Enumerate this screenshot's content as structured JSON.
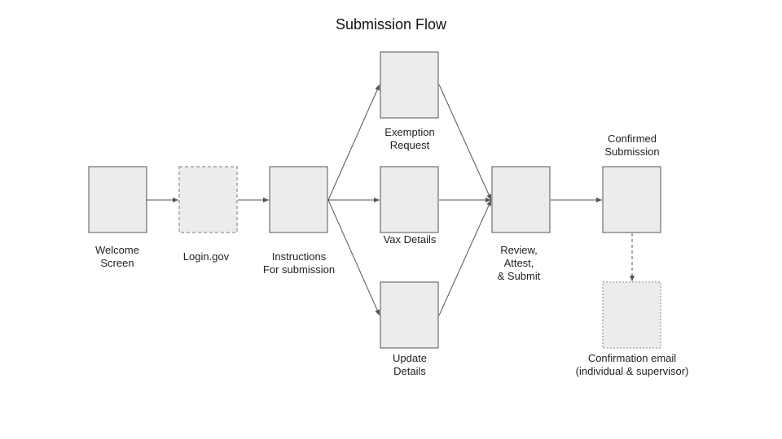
{
  "title": "Submission Flow",
  "nodes": {
    "welcome": {
      "lines": [
        "Welcome",
        "Screen"
      ]
    },
    "login": {
      "lines": [
        "Login.gov"
      ]
    },
    "instructions": {
      "lines": [
        "Instructions",
        "For submission"
      ]
    },
    "exemption": {
      "lines": [
        "Exemption",
        "Request"
      ]
    },
    "vax": {
      "lines": [
        "Vax Details"
      ]
    },
    "update": {
      "lines": [
        "Update",
        "Details"
      ]
    },
    "review": {
      "lines": [
        "Review,",
        "Attest,",
        "& Submit"
      ]
    },
    "confirmed": {
      "lines": [
        "Confirmed",
        "Submission"
      ]
    },
    "email": {
      "lines": [
        "Confirmation email",
        "(individual & supervisor)"
      ]
    }
  }
}
